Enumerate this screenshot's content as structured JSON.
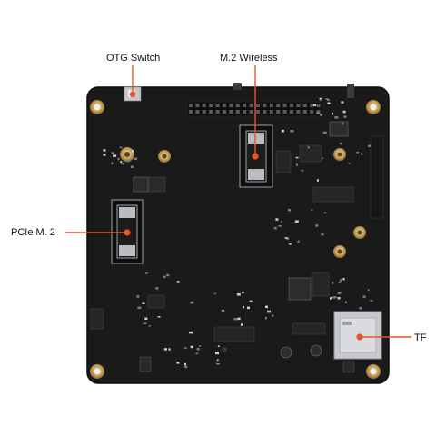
{
  "labels": {
    "otg": "OTG Switch",
    "m2_wireless": "M.2 Wireless",
    "pcie": "PCIe M. 2",
    "tf": "TF"
  },
  "colors": {
    "board": "#1a1a1b",
    "board_edge": "#101011",
    "callout_line": "#e8532b",
    "marker": "#e8532b",
    "gold": "#c9a15a",
    "silkscreen": "#d9d9d9",
    "chip": "#2c2c2e",
    "connector_metal": "#b9bcc0"
  },
  "icons": {
    "marker": "orange-dot-marker",
    "mount_hole": "gold-ring"
  }
}
